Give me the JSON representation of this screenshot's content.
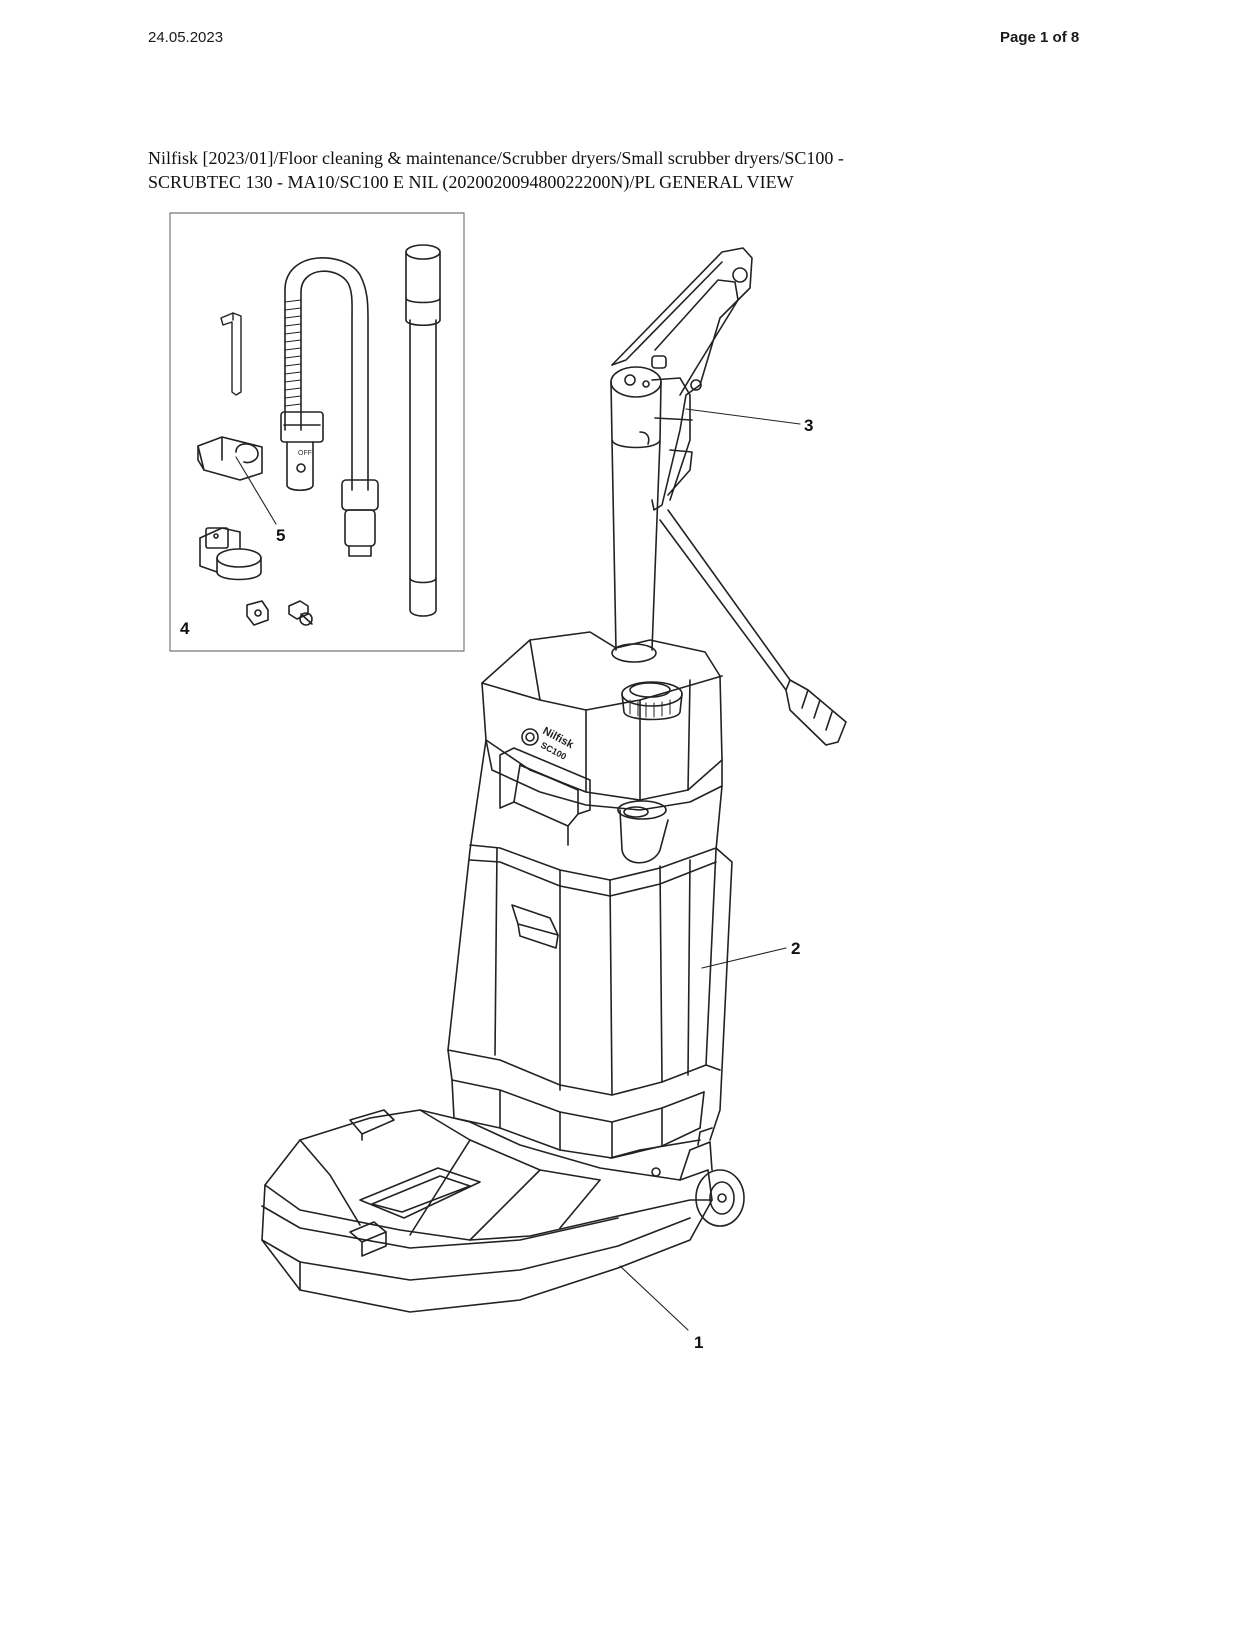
{
  "header": {
    "date": "24.05.2023",
    "page": "Page  1 of 8"
  },
  "path": {
    "line1": "Nilfisk [2023/01]/Floor cleaning & maintenance/Scrubber dryers/Small scrubber dryers/SC100 -",
    "line2": "SCRUBTEC 130 - MA10/SC100 E NIL (202002009480022200N)/PL GENERAL VIEW"
  },
  "drawing": {
    "brand_text": "Nilfisk",
    "model_text": "SC100",
    "switch_text": "OFF",
    "callouts": [
      "1",
      "2",
      "3",
      "4",
      "5"
    ]
  }
}
